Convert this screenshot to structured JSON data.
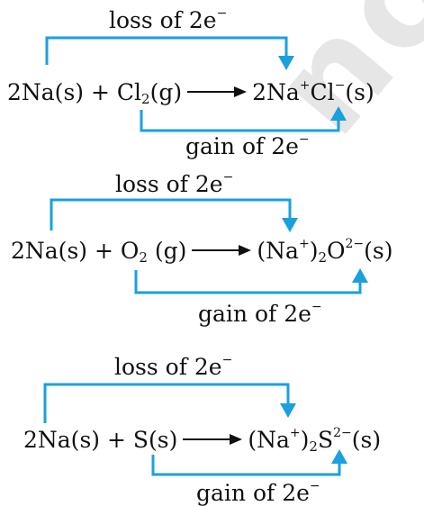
{
  "watermark": "not to be",
  "reactions": [
    {
      "loss_label": "loss of 2e",
      "gain_label": "gain of 2e",
      "electron_charge": "−",
      "reactant1": "2Na(s)",
      "plus": "+",
      "reactant2_base": "Cl",
      "reactant2_sub": "2",
      "reactant2_phase": "(g)",
      "product_coef": "2Na",
      "product_cation_charge": "+",
      "product_anion": "Cl",
      "product_anion_charge": "−",
      "product_phase": "(s)"
    },
    {
      "loss_label": "loss of 2e",
      "gain_label": "gain of 2e",
      "electron_charge": "−",
      "reactant1": "2Na(s)",
      "plus": "+",
      "reactant2_base": "O",
      "reactant2_sub": "2",
      "reactant2_phase": " (g)",
      "product_open": "(Na",
      "product_cation_charge": "+",
      "product_close": ")",
      "product_sub": "2",
      "product_anion": "O",
      "product_anion_charge": "2−",
      "product_phase": "(s)"
    },
    {
      "loss_label": "loss of 2e",
      "gain_label": "gain of 2e",
      "electron_charge": "−",
      "reactant1": "2Na(s)",
      "plus": "+",
      "reactant2_base": "S(s)",
      "product_open": "(Na",
      "product_cation_charge": "+",
      "product_close": ")",
      "product_sub": "2",
      "product_anion": "S",
      "product_anion_charge": "2−",
      "product_phase": "(s)"
    }
  ],
  "colors": {
    "bracket": "#1aa0dd",
    "text": "#111111",
    "watermark": "#e6e6e6"
  }
}
